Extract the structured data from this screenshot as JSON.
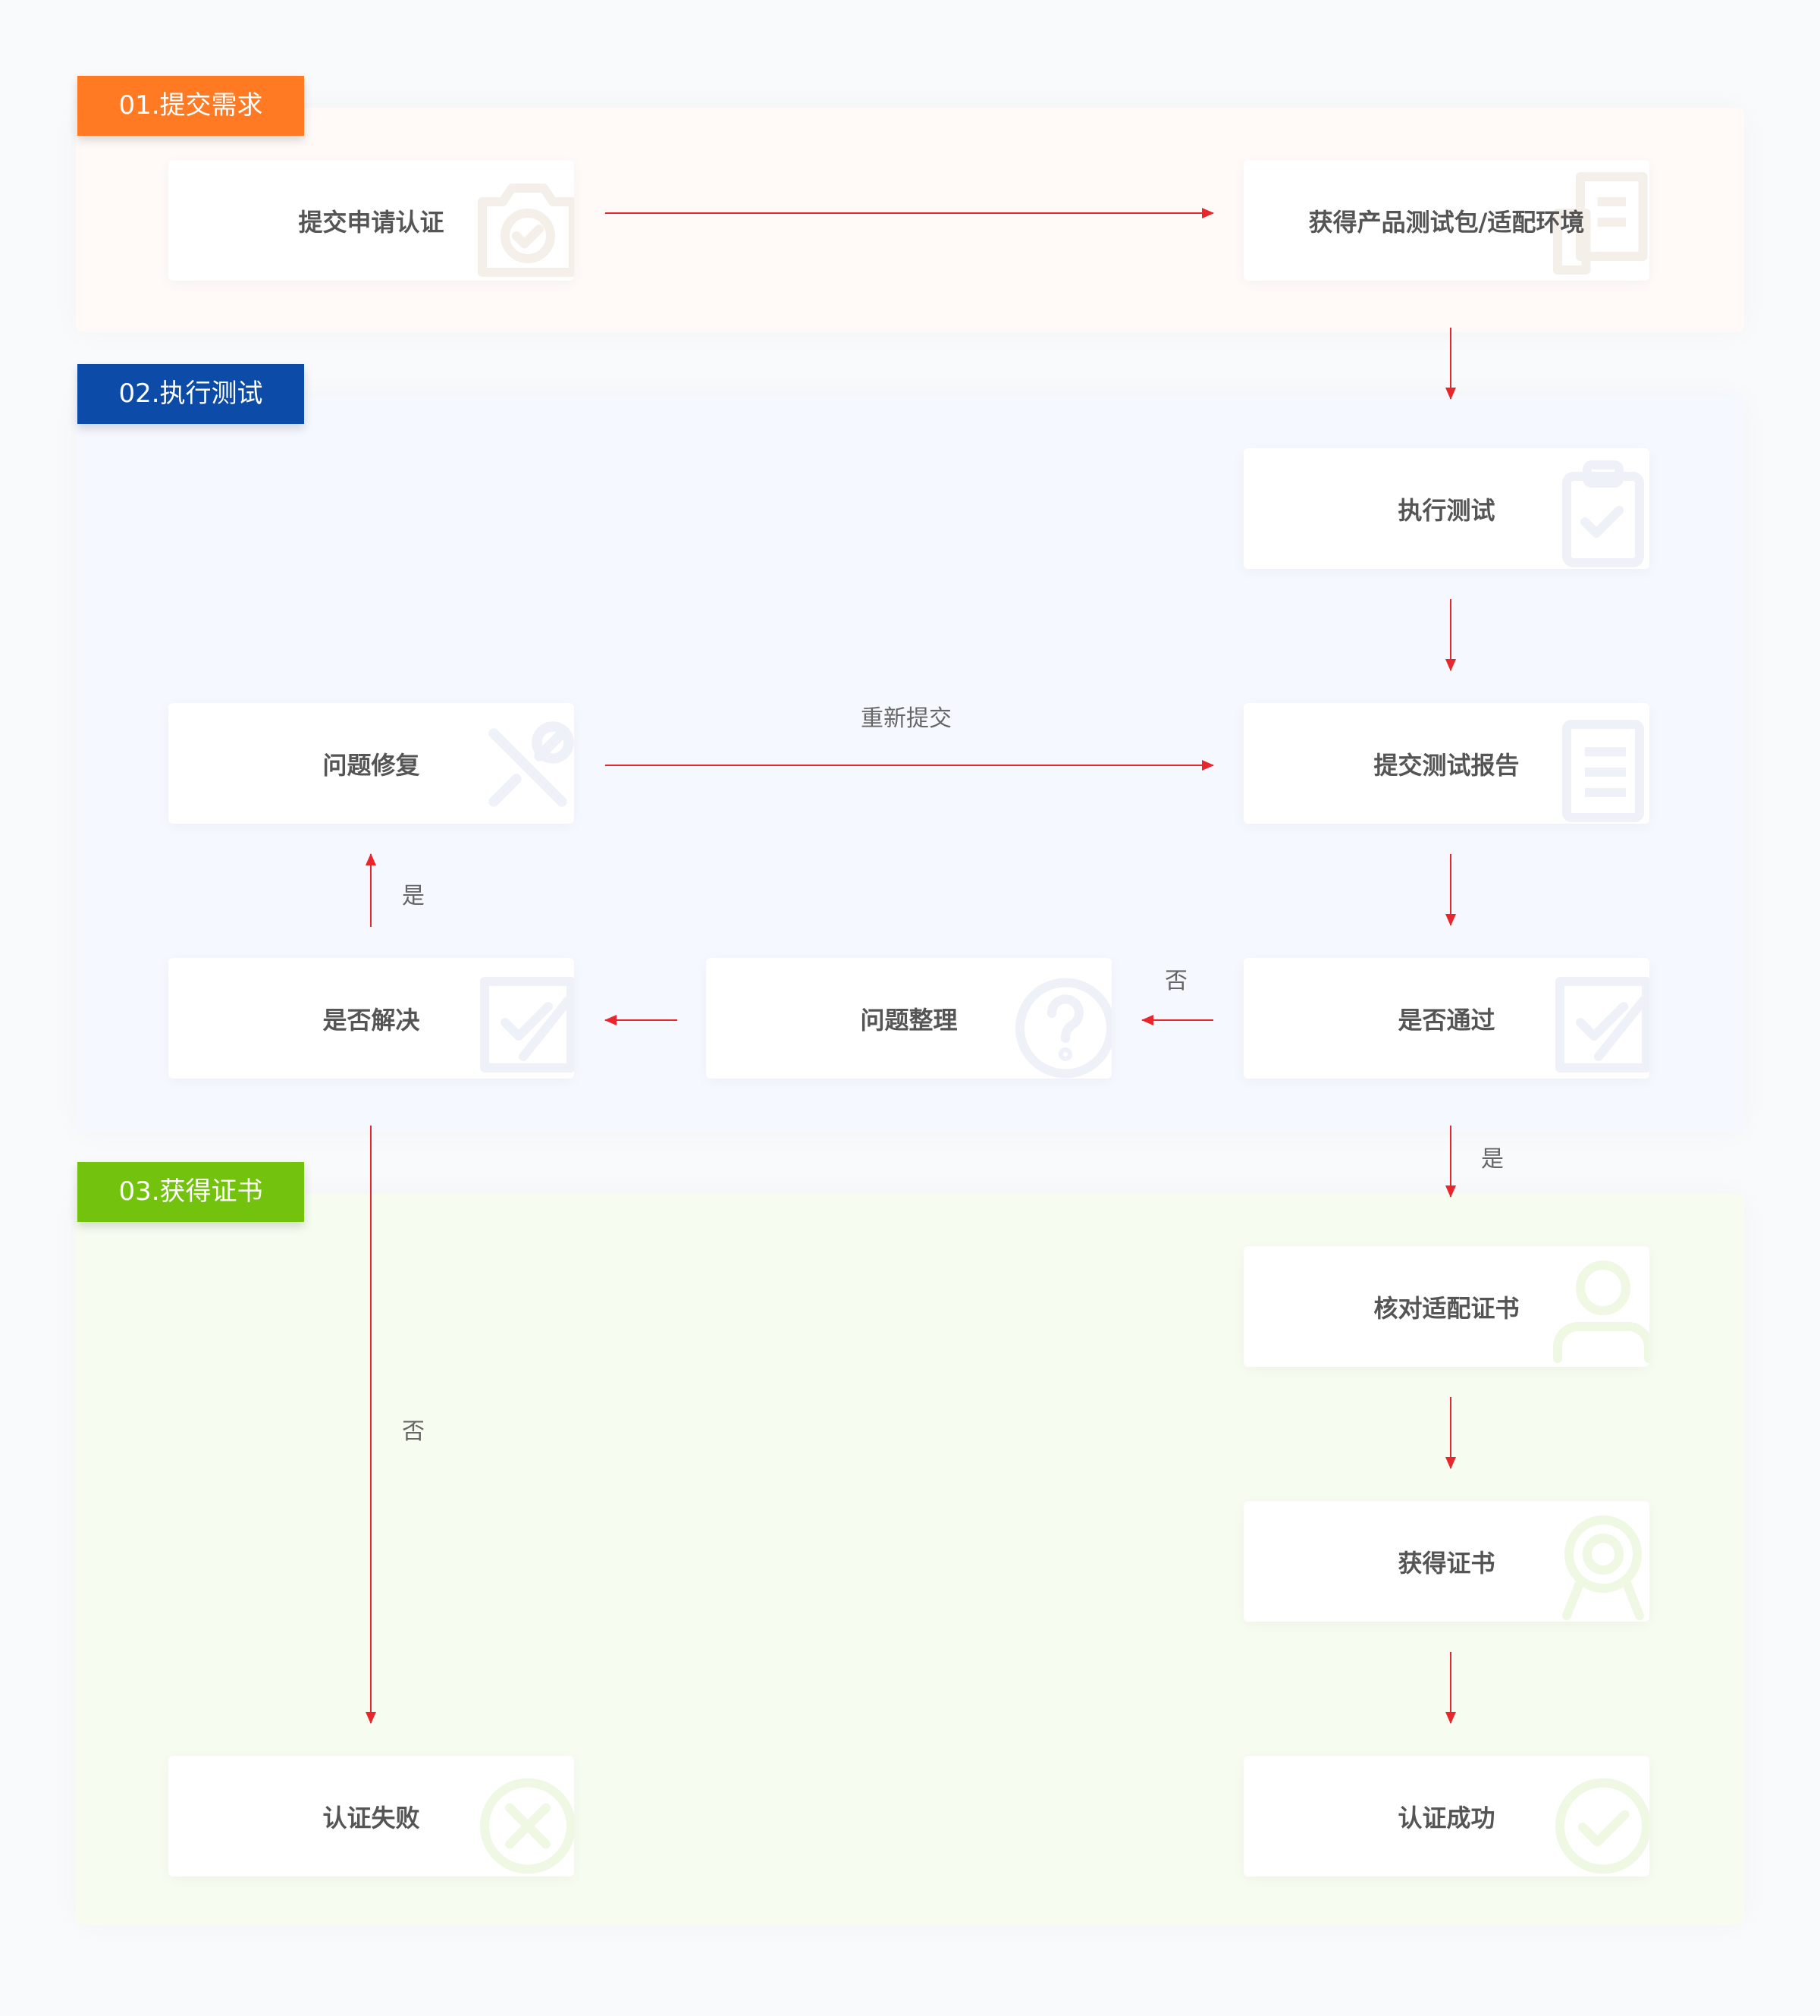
{
  "sections": {
    "submit": {
      "label": "01.提交需求",
      "color": "#ff7a22"
    },
    "test": {
      "label": "02.执行测试",
      "color": "#0c4ba7"
    },
    "certificate": {
      "label": "03.获得证书",
      "color": "#73c20d"
    }
  },
  "steps": {
    "submit_apply": {
      "label": "提交申请认证",
      "icon": "camera-check-icon"
    },
    "get_package": {
      "label": "获得产品测试包/适配环境",
      "icon": "package-icon"
    },
    "run_test": {
      "label": "执行测试",
      "icon": "clipboard-check-icon"
    },
    "issue_fix": {
      "label": "问题修复",
      "icon": "wrench-icon"
    },
    "submit_report": {
      "label": "提交测试报告",
      "icon": "document-icon"
    },
    "resolved": {
      "label": "是否解决",
      "icon": "checkbox-icon"
    },
    "issue_sort": {
      "label": "问题整理",
      "icon": "question-icon"
    },
    "passed": {
      "label": "是否通过",
      "icon": "checkbox-icon"
    },
    "verify_cert": {
      "label": "核对适配证书",
      "icon": "user-icon"
    },
    "get_cert": {
      "label": "获得证书",
      "icon": "medal-icon"
    },
    "fail": {
      "label": "认证失败",
      "icon": "circle-x-icon"
    },
    "success": {
      "label": "认证成功",
      "icon": "circle-check-icon"
    }
  },
  "edge_labels": {
    "resubmit": "重新提交",
    "yes_left": "是",
    "no_mid": "否",
    "yes_right": "是",
    "no_left": "否"
  },
  "colors": {
    "arrow": "#e8262b",
    "icon_stroke": "#f2f2f2"
  }
}
